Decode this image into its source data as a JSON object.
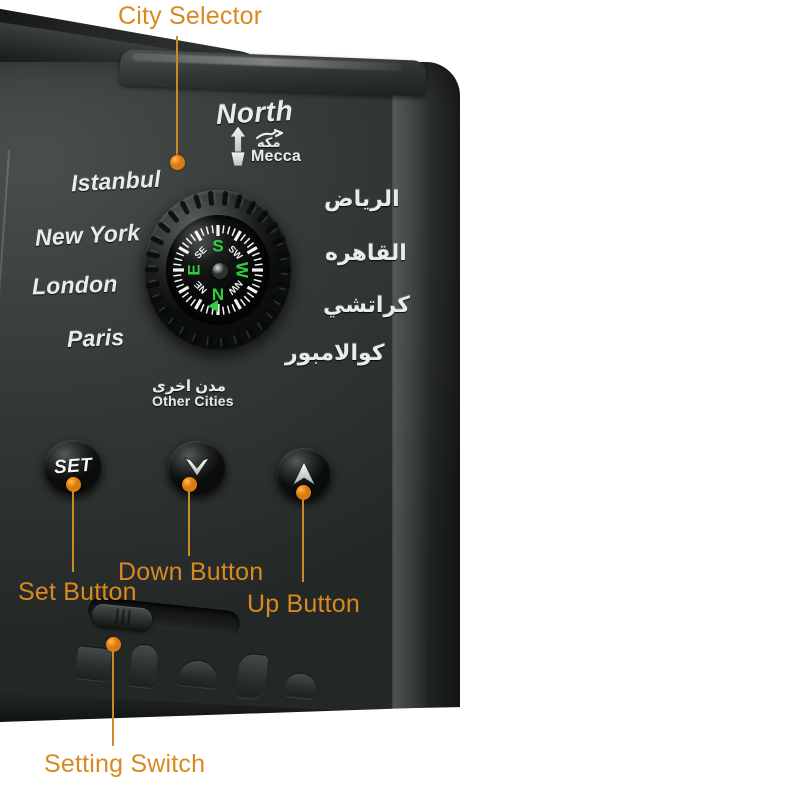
{
  "scene": {
    "subject": "Islamic azan alarm clock rear panel with compass",
    "background_color": "#ffffff",
    "body_color": "#353938",
    "annotation_color": "#D9891F",
    "dot_color": "#F5921E"
  },
  "panel": {
    "north_label": "North",
    "mecca_arabic": "مكه",
    "mecca_english": "Mecca",
    "cities_left": [
      "Istanbul",
      "New York",
      "London",
      "Paris"
    ],
    "cities_right": [
      "الرياض",
      "القاهره",
      "كراتشي",
      "كوالامبور"
    ],
    "other_cities_arabic": "مدن اخرى",
    "other_cities_english": "Other Cities"
  },
  "compass": {
    "cardinals": [
      "N",
      "E",
      "S",
      "W"
    ],
    "intercardinals": [
      "NE",
      "SE",
      "SW",
      "NW"
    ],
    "needle_color": "#2ecc40",
    "dial_rotation_deg": 180,
    "pointer": "green-triangle-east-of-N"
  },
  "buttons": {
    "set": "SET",
    "down": "down-chevron",
    "up": "up-arrow"
  },
  "switch": {
    "name": "setting-switch",
    "position": "left"
  },
  "annotations": [
    {
      "id": "city-selector",
      "label": "City Selector"
    },
    {
      "id": "set-button",
      "label": "Set Button"
    },
    {
      "id": "down-button",
      "label": "Down Button"
    },
    {
      "id": "up-button",
      "label": "Up Button"
    },
    {
      "id": "setting-switch",
      "label": "Setting Switch"
    }
  ]
}
